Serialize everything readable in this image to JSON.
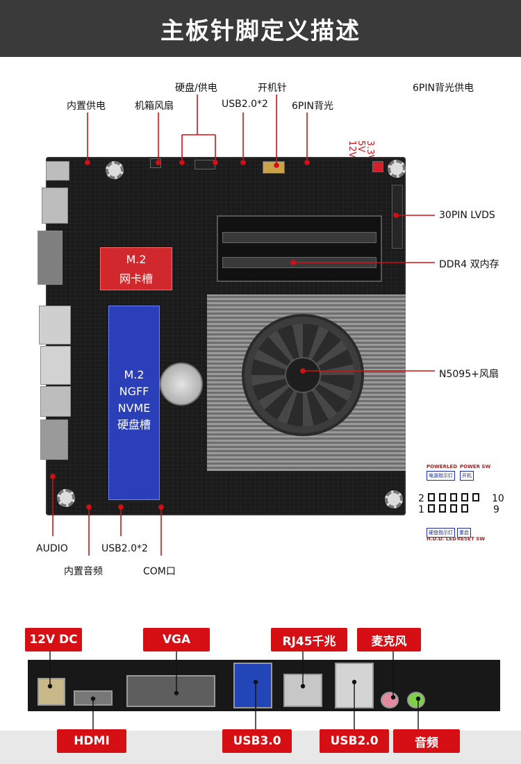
{
  "title": "主板针脚定义描述",
  "labels": {
    "internal_power": "内置供电",
    "case_fan": "机箱风扇",
    "hdd_power": "硬盘/供电",
    "usb20_top": "USB2.0*2",
    "power_pin": "开机针",
    "backlight_6pin": "6PIN背光",
    "backlight_power_6pin": "6PIN背光供电",
    "v33": "3.3V",
    "v5": "5V",
    "v12": "12V",
    "lvds": "30PIN LVDS",
    "ddr4": "DDR4 双内存",
    "cpu_fan": "N5095+风扇",
    "audio": "AUDIO",
    "internal_audio": "内置音频",
    "usb20_bottom": "USB2.0*2",
    "com": "COM口"
  },
  "slots": {
    "m2_net": [
      "M.2",
      "网卡槽"
    ],
    "m2_nvme": [
      "M.2",
      "NGFF",
      "NVME",
      "硬盘槽"
    ]
  },
  "pin_diagram": {
    "powerled": "POWERLED",
    "powersw": "POWER SW",
    "power_led_box": "电源指示灯",
    "power_box": "开机",
    "hdd_led_box": "硬盘指示灯",
    "reset_box": "重启",
    "hdd_led": "H.D.D. LED",
    "reset_sw": "RESET SW",
    "left_top": "2",
    "left_bottom": "1",
    "right_top": "10",
    "right_bottom": "9"
  },
  "io_tags": {
    "dc": "12V DC",
    "vga": "VGA",
    "rj45": "RJ45千兆",
    "mic": "麦克风",
    "hdmi": "HDMI",
    "usb30": "USB3.0",
    "usb20": "USB2.0",
    "audio": "音频"
  },
  "colors": {
    "accent_red": "#d60f14",
    "net_slot": "#d0282c",
    "nvme_slot": "#2b3fb8",
    "title_bg": "#3a3a3a"
  }
}
